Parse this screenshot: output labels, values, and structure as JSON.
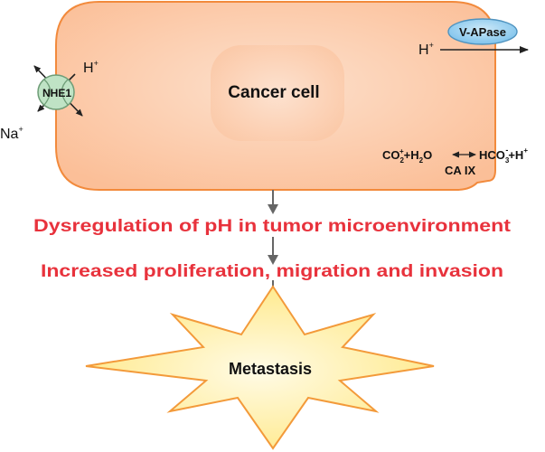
{
  "cell": {
    "label": "Cancer cell"
  },
  "nhe1": {
    "label": "NHE1",
    "proton": "H",
    "proton_sup": "+",
    "sodium": "Na",
    "sodium_sup": "+"
  },
  "vatpase": {
    "label": "V-APase",
    "proton": "H",
    "proton_sup": "+"
  },
  "reaction": {
    "co2": "CO",
    "co2_sub": "2",
    "co2_sup": "+",
    "plus_h2o": "+H",
    "h2o_sub": "2",
    "h2o_o": "O",
    "hco3": "HCO",
    "hco3_sub": "3",
    "hco3_sup": "-",
    "plus_h": "+H",
    "h_sup": "+",
    "enzyme": "CA IX"
  },
  "outcomes": {
    "line1": "Dysregulation of pH in tumor microenvironment",
    "line2": "Increased proliferation, migration and invasion"
  },
  "burst": {
    "label": "Metastasis"
  },
  "colors": {
    "cell_fill": "#fbc7a6",
    "cell_stroke": "#f28a3c",
    "nucleus_fill": "#fbd6bd",
    "nhe1_fill": "#bfe3c5",
    "vatpase_fill": "#93cdef",
    "burst_fill": "#fff2b8",
    "burst_stroke": "#f39a3a",
    "outcome_text": "#e8323c",
    "arrow": "#666666"
  }
}
